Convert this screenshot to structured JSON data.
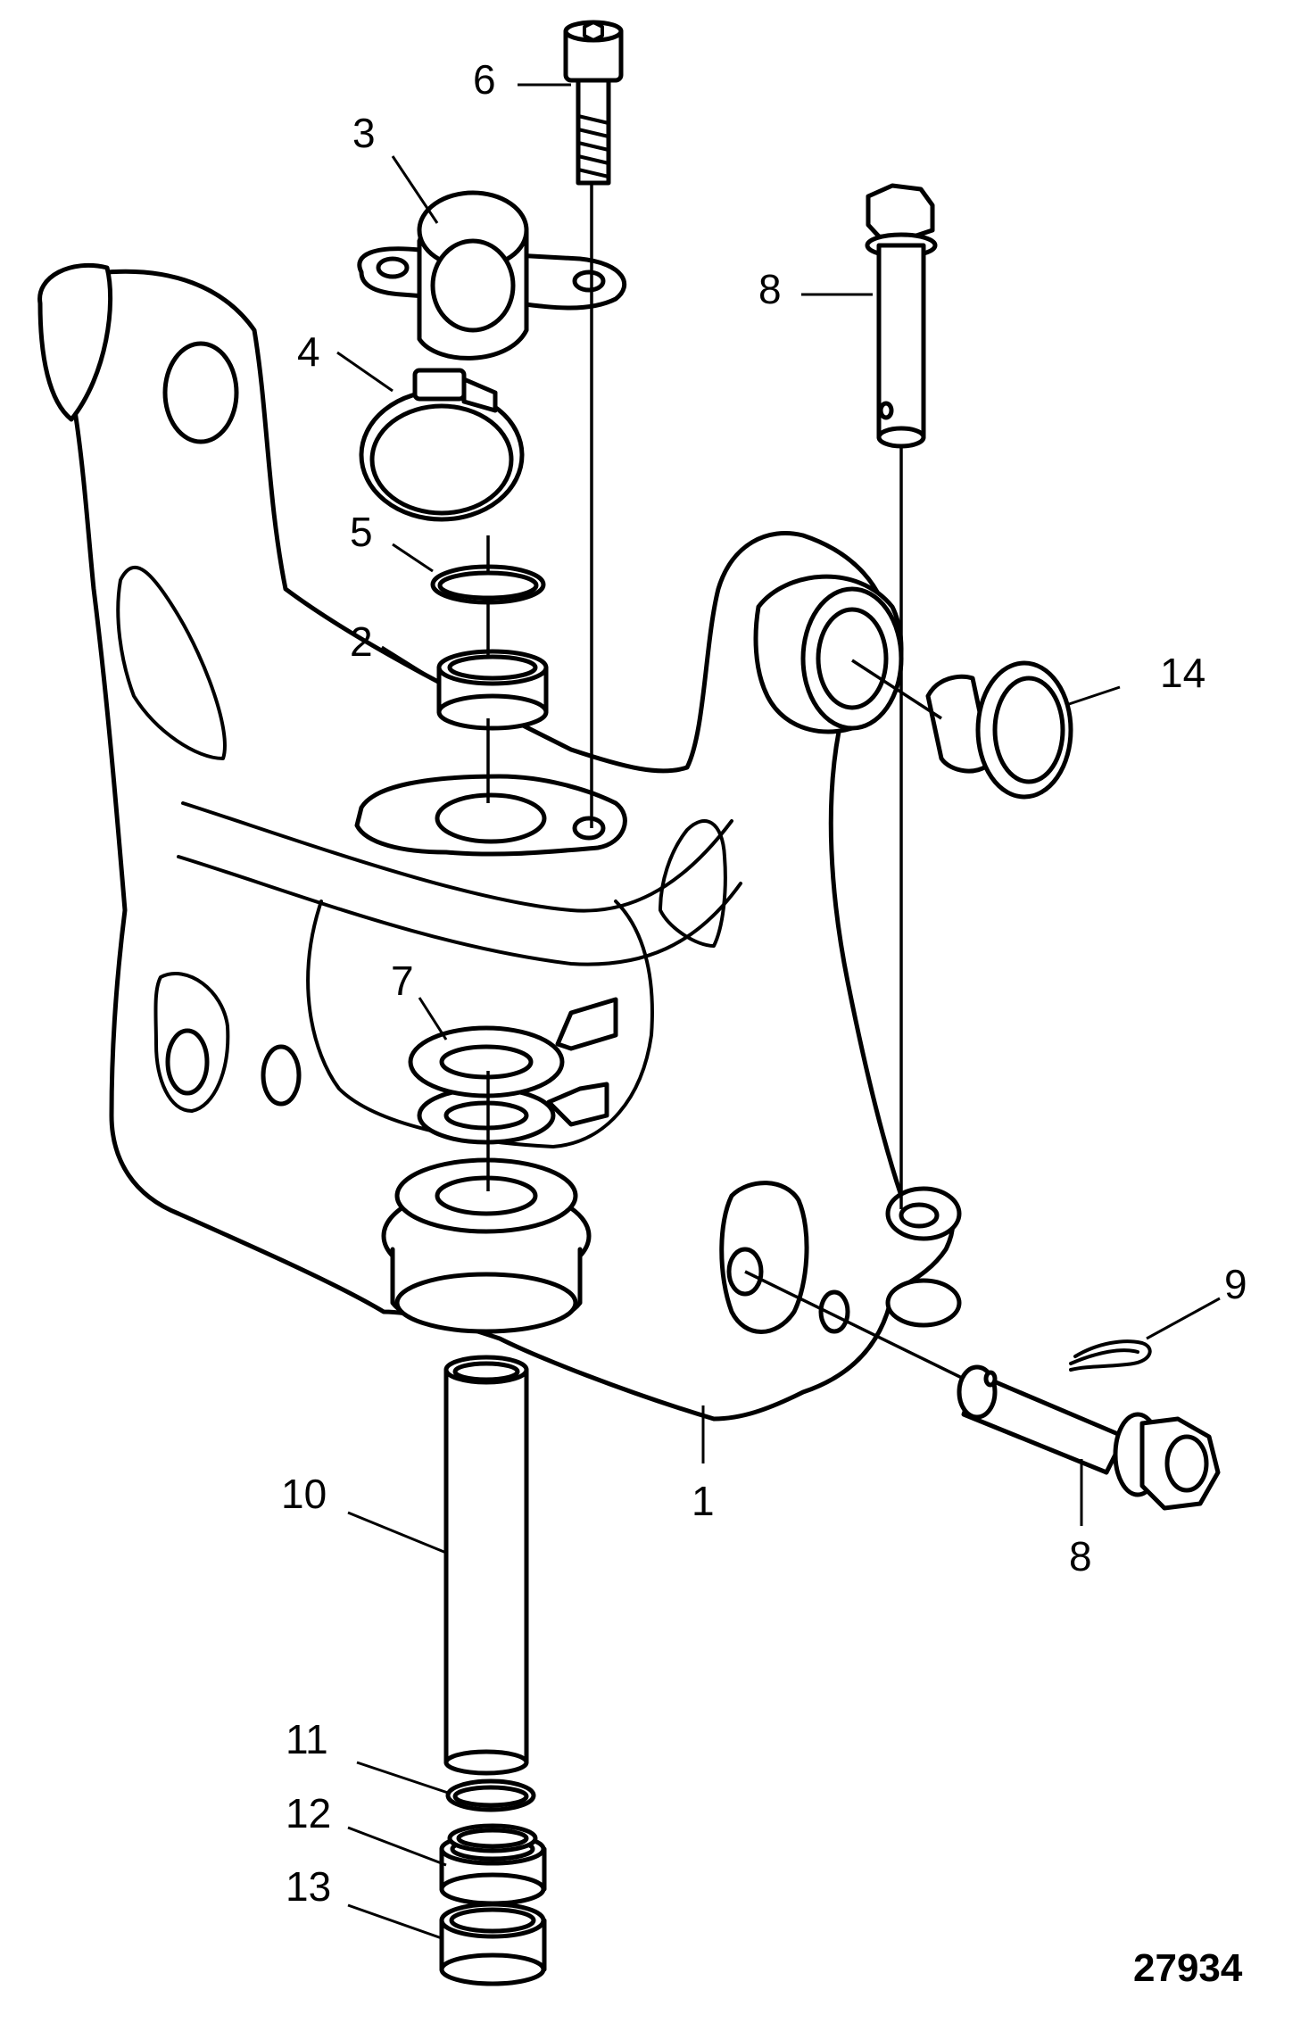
{
  "callouts": {
    "c1": "1",
    "c2": "2",
    "c3": "3",
    "c4": "4",
    "c5": "5",
    "c6": "6",
    "c7": "7",
    "c8_top": "8",
    "c8_bottom": "8",
    "c9": "9",
    "c10": "10",
    "c11": "11",
    "c12": "12",
    "c13": "13",
    "c14": "14"
  },
  "figure_number": "27934",
  "colors": {
    "line": "#000000",
    "background": "#ffffff"
  }
}
